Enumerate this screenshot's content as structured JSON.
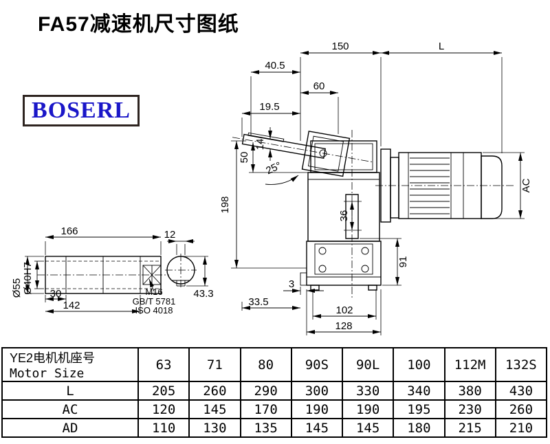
{
  "page": {
    "title": "FA57减速机尺寸图纸"
  },
  "logo": {
    "text": "BOSERL"
  },
  "drawing": {
    "dims": {
      "d150": "150",
      "dL": "L",
      "d40_5": "40.5",
      "d60": "60",
      "d19_5": "19.5",
      "d14": "14",
      "d50": "50",
      "d198": "198",
      "angle": "25°",
      "dAC": "AC",
      "d36": "36",
      "d91": "91",
      "d3": "3",
      "d33_5": "33.5",
      "d102": "102",
      "d128": "128",
      "d166": "166",
      "d12": "12",
      "d30": "30",
      "d142": "142",
      "d55": "Ø55",
      "d40h7": "Ø40H7",
      "d43_3": "43.3",
      "bolt1": "M16",
      "bolt2": "GB/T 5781",
      "bolt3": "ISO 4018"
    }
  },
  "table": {
    "row_label_line1": "YE2电机机座号",
    "row_label_line2": "Motor Size",
    "sizes": [
      "63",
      "71",
      "80",
      "90S",
      "90L",
      "100",
      "112M",
      "132S"
    ],
    "rows": [
      {
        "label": "L",
        "values": [
          "205",
          "260",
          "290",
          "300",
          "330",
          "340",
          "380",
          "430"
        ]
      },
      {
        "label": "AC",
        "values": [
          "120",
          "145",
          "170",
          "190",
          "190",
          "195",
          "230",
          "260"
        ]
      },
      {
        "label": "AD",
        "values": [
          "110",
          "130",
          "135",
          "145",
          "145",
          "180",
          "215",
          "210"
        ]
      }
    ]
  }
}
